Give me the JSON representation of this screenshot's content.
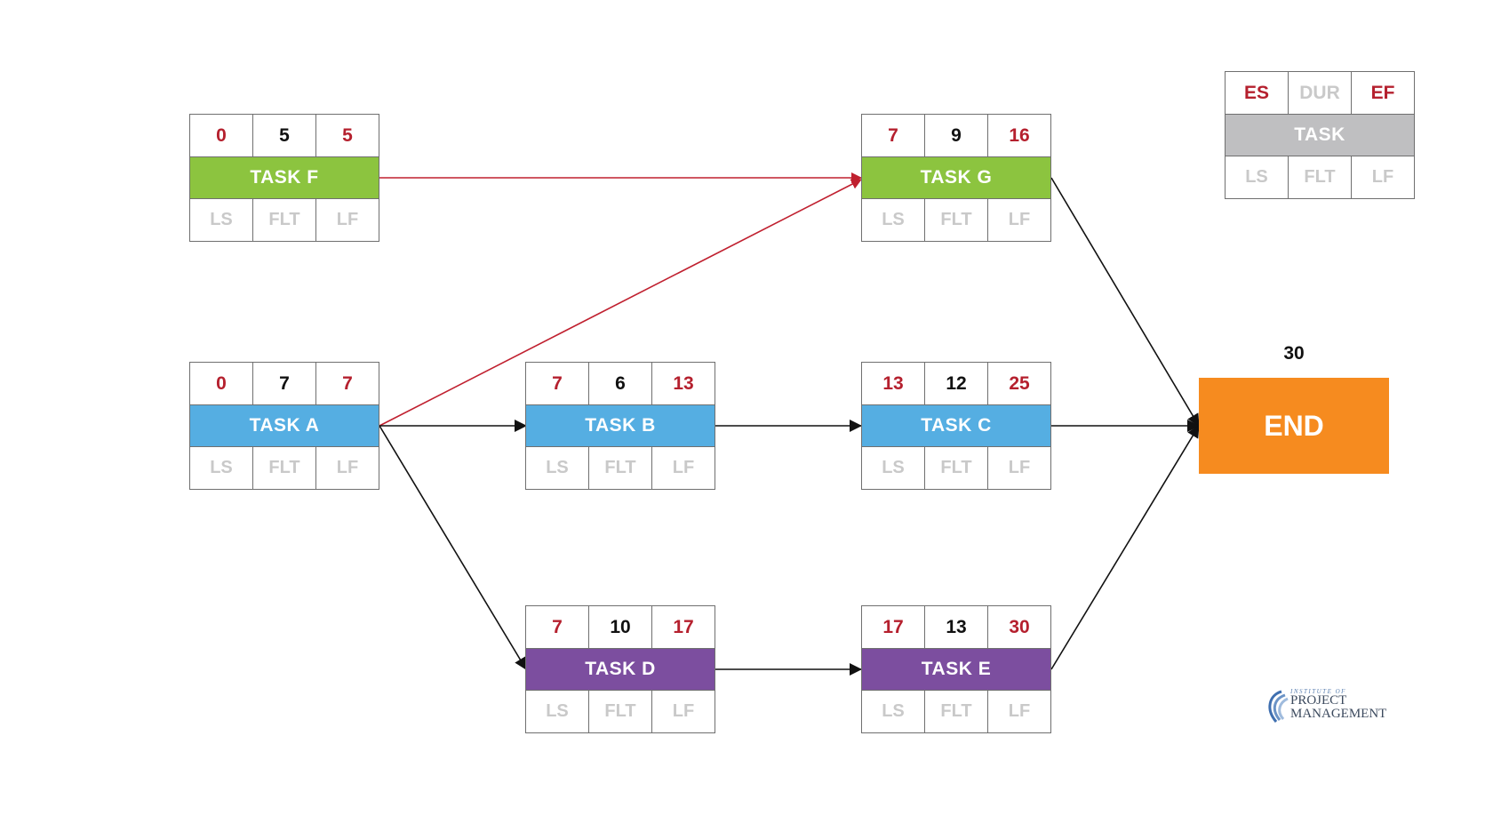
{
  "legend": {
    "es": "ES",
    "dur": "DUR",
    "ef": "EF",
    "task": "TASK",
    "ls": "LS",
    "flt": "FLT",
    "lf": "LF"
  },
  "tasks": {
    "f": {
      "es": "0",
      "dur": "5",
      "ef": "5",
      "name": "TASK  F",
      "ls": "LS",
      "flt": "FLT",
      "lf": "LF"
    },
    "g": {
      "es": "7",
      "dur": "9",
      "ef": "16",
      "name": "TASK  G",
      "ls": "LS",
      "flt": "FLT",
      "lf": "LF"
    },
    "a": {
      "es": "0",
      "dur": "7",
      "ef": "7",
      "name": "TASK  A",
      "ls": "LS",
      "flt": "FLT",
      "lf": "LF"
    },
    "b": {
      "es": "7",
      "dur": "6",
      "ef": "13",
      "name": "TASK  B",
      "ls": "LS",
      "flt": "FLT",
      "lf": "LF"
    },
    "c": {
      "es": "13",
      "dur": "12",
      "ef": "25",
      "name": "TASK  C",
      "ls": "LS",
      "flt": "FLT",
      "lf": "LF"
    },
    "d": {
      "es": "7",
      "dur": "10",
      "ef": "17",
      "name": "TASK  D",
      "ls": "LS",
      "flt": "FLT",
      "lf": "LF"
    },
    "e": {
      "es": "17",
      "dur": "13",
      "ef": "30",
      "name": "TASK  E",
      "ls": "LS",
      "flt": "FLT",
      "lf": "LF"
    }
  },
  "end": {
    "label": "END",
    "value": "30"
  },
  "logo": {
    "line1": "INSTITUTE OF",
    "line2": "PROJECT",
    "line3": "MANAGEMENT"
  },
  "colors": {
    "green": "#8cc43f",
    "blue": "#55aee2",
    "purple": "#7c4e9f",
    "gray": "#bfbfc1",
    "orange": "#f68b1f",
    "red_arrow": "#c0202f",
    "black_arrow": "#111111"
  },
  "edges": [
    {
      "from": "TASK  F",
      "to": "TASK  G",
      "color": "red"
    },
    {
      "from": "TASK  A",
      "to": "TASK  G",
      "color": "red"
    },
    {
      "from": "TASK  A",
      "to": "TASK  B",
      "color": "black"
    },
    {
      "from": "TASK  A",
      "to": "TASK  D",
      "color": "black"
    },
    {
      "from": "TASK  B",
      "to": "TASK  C",
      "color": "black"
    },
    {
      "from": "TASK  D",
      "to": "TASK  E",
      "color": "black"
    },
    {
      "from": "TASK  G",
      "to": "END",
      "color": "black"
    },
    {
      "from": "TASK  C",
      "to": "END",
      "color": "black"
    },
    {
      "from": "TASK  E",
      "to": "END",
      "color": "black"
    }
  ]
}
